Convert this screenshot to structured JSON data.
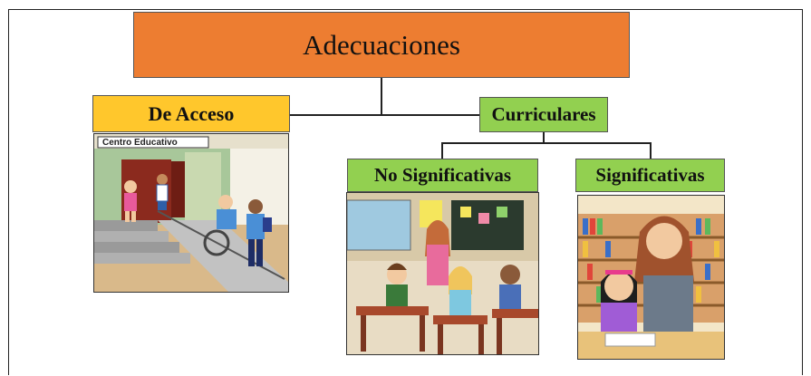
{
  "diagram": {
    "root": {
      "label": "Adecuaciones"
    },
    "branches": [
      {
        "label": "De Acceso",
        "image": {
          "sign_text": "Centro Educativo"
        }
      },
      {
        "label": "Curriculares",
        "children": [
          {
            "label": "No Significativas"
          },
          {
            "label": "Significativas"
          }
        ]
      }
    ]
  },
  "colors": {
    "root": "#ed7d31",
    "acceso": "#ffc72c",
    "curricular": "#92d050"
  }
}
